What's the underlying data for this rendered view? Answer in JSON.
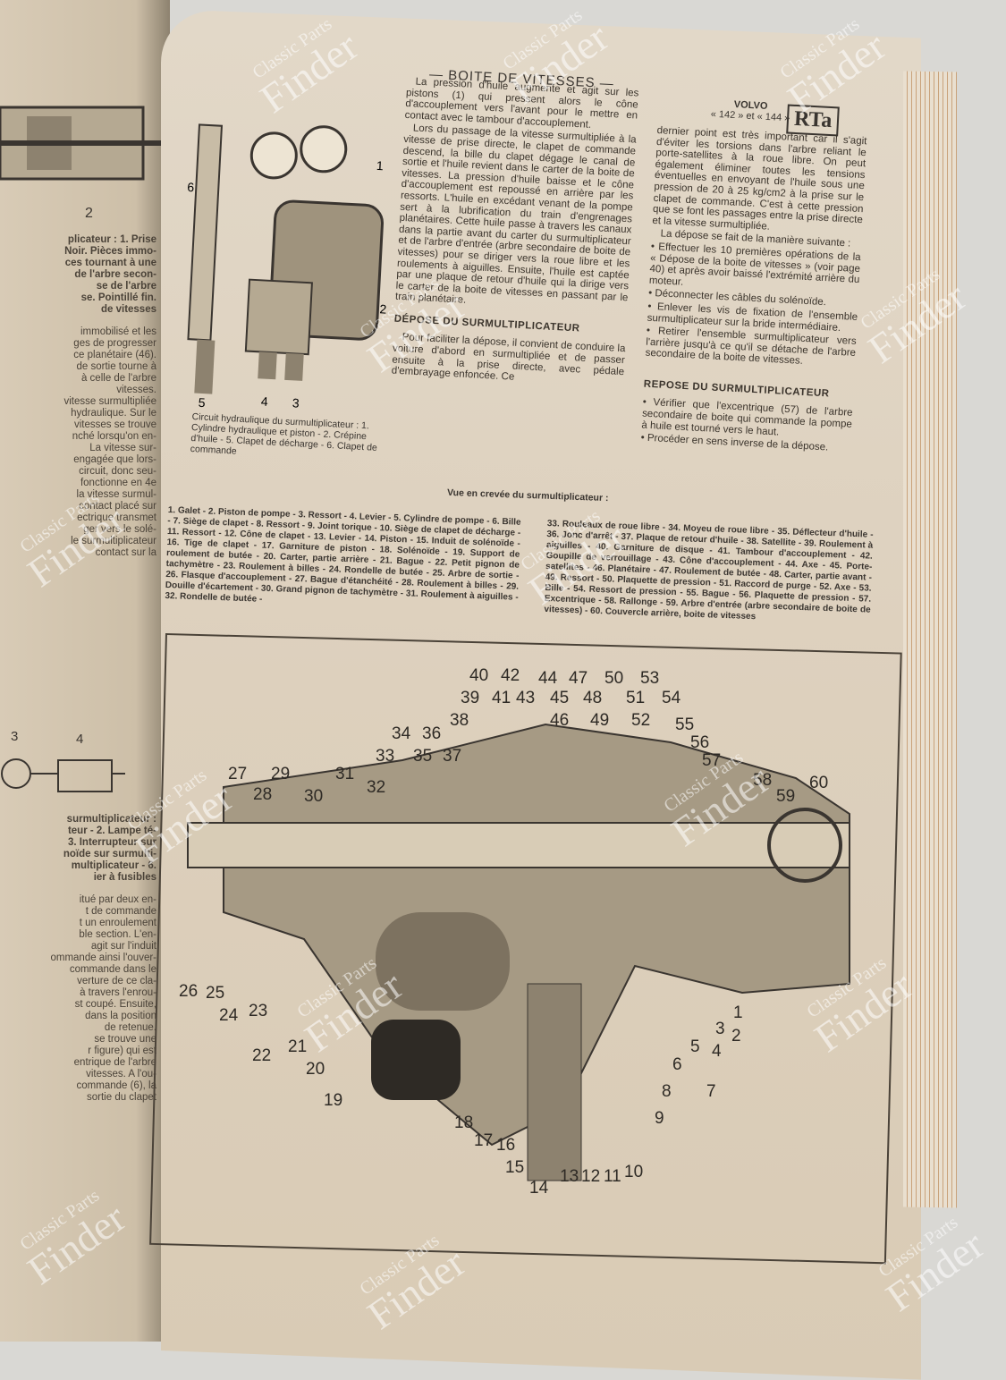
{
  "page_header": "— BOITE DE VITESSES —",
  "brand": {
    "model": "VOLVO",
    "models": "« 142 » et « 144 »",
    "logo": "RTa"
  },
  "left_page": {
    "label_2": "2",
    "caption_1": [
      "plicateur : 1. Prise",
      "Noir. Pièces immo-",
      "ces tournant à une",
      "de l'arbre secon-",
      "se de l'arbre",
      "se. Pointillé fin.",
      "de vitesses"
    ],
    "text_1": [
      "immobilisé et les",
      "ges de progresser",
      "ce planétaire (46).",
      "de sortie tourne à",
      "à celle de l'arbre",
      "vitesses.",
      "vitesse surmultipliée",
      "hydraulique. Sur le",
      "vitesses se trouve",
      "nché lorsqu'on en-",
      "La vitesse sur-",
      "engagée que lors-",
      "circuit, donc seu-",
      "fonctionne en 4e",
      "la vitesse surmul-",
      "contact placé sur",
      "ectrique transmet",
      "ger vers le solé-",
      "le surmultiplicateur",
      "contact sur la"
    ],
    "labels_34": [
      "3",
      "4"
    ],
    "caption_2": [
      "surmultiplicateur :",
      "teur - 2. Lampe té-",
      "3. Interrupteur sur",
      "noïde sur surmulti-",
      "multiplicateur - 6.",
      "ier à fusibles"
    ],
    "text_2": [
      "itué par deux en-",
      "t de commande",
      "t un enroulement",
      "ble section. L'en-",
      "agit sur l'induit",
      "ommande ainsi l'ouver-",
      "commande dans le",
      "verture de ce cla-",
      "à travers l'enrou-",
      "st coupé. Ensuite,",
      "dans la position",
      "de retenue.",
      "se trouve une",
      "r figure) qui est",
      "entrique de l'arbre",
      "vitesses. A l'ou-",
      "commande (6), la",
      "sortie du clapet"
    ]
  },
  "col1": [
    "La pression d'huile augmente et agit sur les pistons (1) qui pressent alors le cône d'accouplement vers l'avant pour le mettre en contact avec le tambour d'accouplement.",
    "Lors du passage de la vitesse surmultipliée à la vitesse de prise directe, le clapet de commande descend, la bille du clapet dégage le canal de sortie et l'huile revient dans le carter de la boite de vitesses. La pression d'huile baisse et le cône d'accouplement est repoussé en arrière par les ressorts. L'huile en excédant venant de la pompe sert à la lubrification du train d'engrenages planétaires. Cette huile passe à travers les canaux dans la partie avant du carter du surmultiplicateur et de l'arbre d'entrée (arbre secondaire de boite de vitesses) pour se diriger vers la roue libre et les roulements à aiguilles. Ensuite, l'huile est captée par une plaque de retour d'huile qui la dirige vers le carter de la boite de vitesses en passant par le train planétaire."
  ],
  "depose": {
    "title": "DÉPOSE DU SURMULTIPLICATEUR",
    "text": "Pour faciliter la dépose, il convient de conduire la voiture d'abord en surmultipliée et de passer ensuite à la prise directe, avec pédale d'embrayage enfoncée. Ce"
  },
  "col2": {
    "p1": "dernier point est très important car il s'agit d'éviter les torsions dans l'arbre reliant le porte-satellites à la roue libre. On peut également éliminer toutes les tensions éventuelles en envoyant de l'huile sous une pression de 20 à 25 kg/cm2 à la prise sur le clapet de commande. C'est à cette pression que se font les passages entre la prise directe et la vitesse surmultipliée.",
    "p2": "La dépose se fait de la manière suivante :",
    "bullets": [
      "• Effectuer les 10 premières opérations de la « Dépose de la boite de vitesses » (voir page 40) et après avoir baissé l'extrémité arrière du moteur.",
      "• Déconnecter les câbles du solénoïde.",
      "• Enlever les vis de fixation de l'ensemble surmultiplicateur sur la bride intermédiaire.",
      "• Retirer l'ensemble surmultiplicateur vers l'arrière jusqu'à ce qu'il se détache de l'arbre secondaire de la boite de vitesses."
    ]
  },
  "repose": {
    "title": "REPOSE DU SURMULTIPLICATEUR",
    "bullets": [
      "• Vérifier que l'excentrique (57) de l'arbre secondaire de boite qui commande la pompe à huile est tourné vers le haut.",
      "• Procéder en sens inverse de la dépose."
    ]
  },
  "fig1": {
    "labels": [
      "1",
      "2",
      "3",
      "4",
      "5",
      "6"
    ],
    "caption": "Circuit hydraulique du surmultiplicateur : 1. Cylindre hydraulique et piston - 2. Crépine d'huile - 5. Clapet de décharge - 6. Clapet de commande"
  },
  "legend": {
    "title": "Vue en crevée du surmultiplicateur :",
    "left": "1. Galet - 2. Piston de pompe - 3. Ressort - 4. Levier - 5. Cylindre de pompe - 6. Bille - 7. Siège de clapet - 8. Ressort - 9. Joint torique - 10. Siège de clapet de décharge - 11. Ressort - 12. Cône de clapet - 13. Levier - 14. Piston - 15. Induit de solénoïde - 16. Tige de clapet - 17. Garniture de piston - 18. Solénoïde - 19. Support de roulement de butée - 20. Carter, partie arrière - 21. Bague - 22. Petit pignon de tachymètre - 23. Roulement à billes - 24. Rondelle de butée - 25. Arbre de sortie - 26. Flasque d'accouplement - 27. Bague d'étanchéité - 28. Roulement à billes - 29. Douille d'écartement - 30. Grand pignon de tachymètre - 31. Roulement à aiguilles - 32. Rondelle de butée -",
    "right": "33. Rouleaux de roue libre - 34. Moyeu de roue libre - 35. Déflecteur d'huile - 36. Jonc d'arrêt - 37. Plaque de retour d'huile - 38. Satellite - 39. Roulement à aiguilles - 40. Garniture de disque - 41. Tambour d'accouplement - 42. Goupille de verrouillage - 43. Cône d'accouplement - 44. Axe - 45. Porte-satellites - 46. Planétaire - 47. Roulement de butée - 48. Carter, partie avant - 49. Ressort - 50. Plaquette de pression - 51. Raccord de purge - 52. Axe - 53. Bille - 54. Ressort de pression - 55. Bague - 56. Plaquette de pression - 57. Excentrique - 58. Rallonge - 59. Arbre d'entrée (arbre secondaire de boite de vitesses) - 60. Couvercle arrière, boite de vitesses"
  },
  "diagram_labels": [
    "1",
    "2",
    "3",
    "4",
    "5",
    "6",
    "7",
    "8",
    "9",
    "10",
    "11",
    "12",
    "13",
    "14",
    "15",
    "16",
    "17",
    "18",
    "19",
    "20",
    "21",
    "22",
    "23",
    "24",
    "25",
    "26",
    "27",
    "28",
    "29",
    "30",
    "31",
    "32",
    "33",
    "34",
    "35",
    "36",
    "37",
    "38",
    "39",
    "40",
    "41",
    "42",
    "43",
    "44",
    "45",
    "46",
    "47",
    "48",
    "49",
    "50",
    "51",
    "52",
    "53",
    "54",
    "55",
    "56",
    "57",
    "58",
    "59",
    "60"
  ],
  "watermark": {
    "line1": "Classic Parts",
    "line2": "Finder"
  }
}
